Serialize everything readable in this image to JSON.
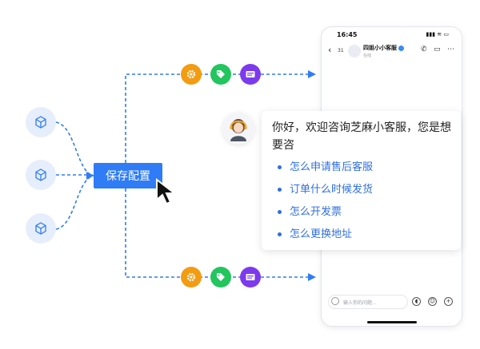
{
  "save_button": {
    "label": "保存配置"
  },
  "phone": {
    "status_time": "16:45",
    "status_icons": "▮▮▮ ≋ ▭",
    "back_count": "31",
    "agent_name": "四姐小小客服",
    "agent_status": "在线",
    "input_placeholder": "输入你的问题..."
  },
  "chat": {
    "greeting": "你好，欢迎咨询芝麻小客服，您是想要咨",
    "faq": [
      "怎么申请售后客服",
      "订单什么时候发货",
      "怎么开发票",
      "怎么更换地址"
    ]
  },
  "colors": {
    "accent": "#2f7cf6",
    "gear": "#f39c12",
    "tag": "#22c55e",
    "card": "#7c3aed",
    "node_bg": "#e6eefb"
  },
  "icons": [
    "cube-icon",
    "gear-icon",
    "tag-icon",
    "card-icon",
    "cursor-icon"
  ]
}
